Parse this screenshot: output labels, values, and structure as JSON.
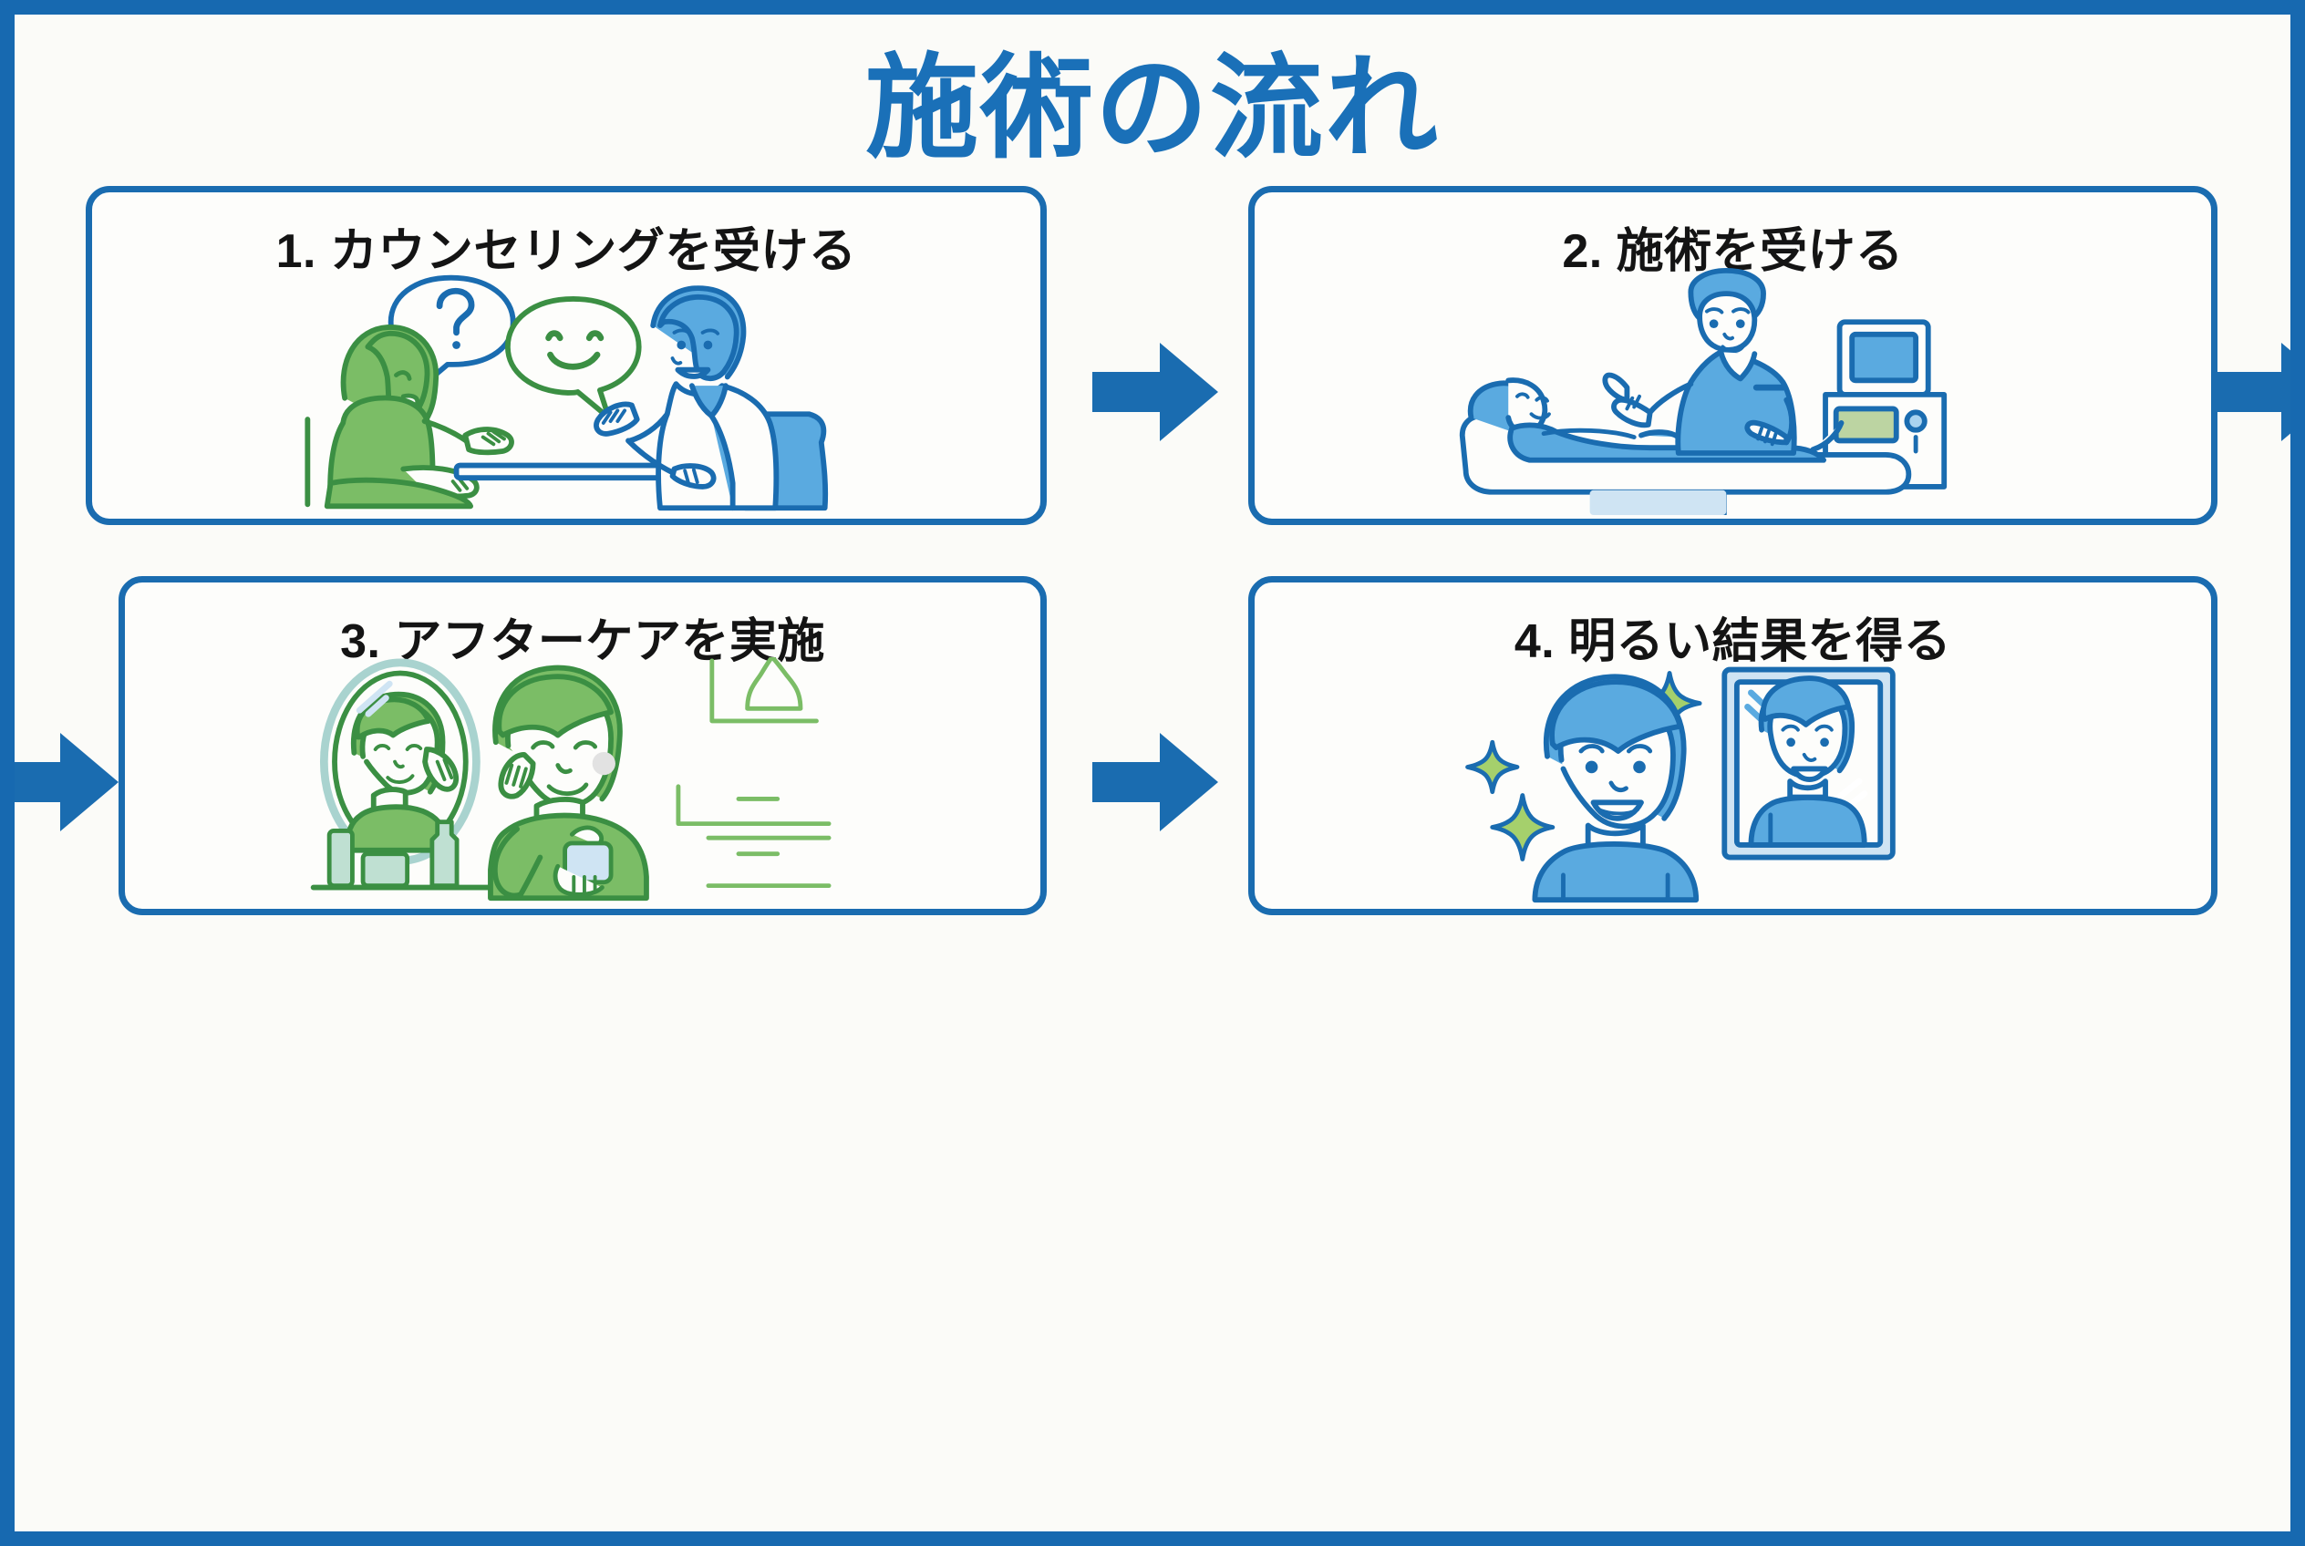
{
  "page": {
    "title": "施術の流れ",
    "frame_color": "#1769b0",
    "canvas_color": "#fbfbf8",
    "title_color": "#1a70b8",
    "card_border_color": "#1a6cb0",
    "accent_blue": "#4ea3dd",
    "accent_green": "#6cb860",
    "line_blue": "#1a6cb0",
    "line_green": "#3b8f43"
  },
  "steps": [
    {
      "number": "1.",
      "label": "1. カウンセリングを受ける",
      "illustration": "counseling-illustration",
      "icon_names": [
        "question-speech-bubble-icon",
        "smiley-speech-bubble-icon",
        "patient-figure-green",
        "doctor-figure-blue",
        "consultation-table"
      ]
    },
    {
      "number": "2.",
      "label": "2. 施術を受ける",
      "illustration": "treatment-illustration",
      "icon_names": [
        "patient-on-bed-icon",
        "practitioner-scrubs-icon",
        "treatment-bed-icon",
        "laser-machine-icon"
      ]
    },
    {
      "number": "3.",
      "label": "3. アフターケアを実施",
      "illustration": "aftercare-illustration",
      "icon_names": [
        "oval-mirror-icon",
        "woman-applying-cream-icon",
        "cosmetic-bottles-icon",
        "shelf-decor-icon"
      ]
    },
    {
      "number": "4.",
      "label": "4. 明るい結果を得る",
      "illustration": "result-illustration",
      "icon_names": [
        "smiling-woman-icon",
        "standing-mirror-icon",
        "sparkle-icon"
      ]
    }
  ],
  "arrows": [
    {
      "name": "arrow-step1-to-step2",
      "direction": "right"
    },
    {
      "name": "arrow-row1-wrap-out",
      "direction": "right"
    },
    {
      "name": "arrow-row2-wrap-in",
      "direction": "right"
    },
    {
      "name": "arrow-step3-to-step4",
      "direction": "right"
    }
  ]
}
